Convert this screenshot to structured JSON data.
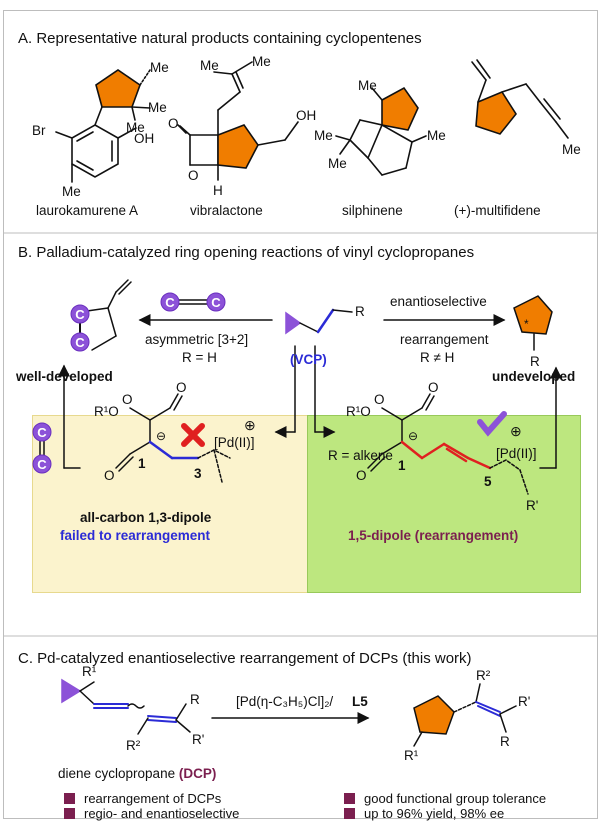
{
  "colors": {
    "accent_orange": "#f07d00",
    "accent_purple": "#8c52d8",
    "maroon": "#7b1f4f",
    "vcp_blue": "#2b2bd6",
    "red_bond": "#e02020",
    "yellow_panel": "#fbf3cd",
    "green_panel": "#bde77f"
  },
  "section_a": {
    "title": "A. Representative natural products containing cyclopentenes",
    "products": [
      {
        "name": "laurokamurene A"
      },
      {
        "name": "vibralactone"
      },
      {
        "name": "silphinene"
      },
      {
        "name": "(+)-multifidene"
      }
    ],
    "atoms": {
      "me": "Me",
      "br": "Br",
      "oh": "OH",
      "h": "H",
      "o": "O"
    }
  },
  "section_b": {
    "title": "B. Palladium-catalyzed ring opening reactions of vinyl cyclopropanes",
    "c_label": "C",
    "left_condition_1": "asymmetric [3+2]",
    "left_condition_2": "R = H",
    "right_condition_1": "enantioselective",
    "right_condition_2": "rearrangement",
    "right_condition_3": "R ≠ H",
    "vcp_label": "(VCP)",
    "r_label": "R",
    "star": "*",
    "well_developed": "well-developed",
    "undeveloped": "undeveloped",
    "dipole13_title": "all-carbon 1,3-dipole",
    "dipole13_sub": "failed to rearrangement",
    "dipole15_title": "1,5-dipole (rearrangement)",
    "r_alkene": "R = alkene",
    "pd": "[Pd(II)]",
    "r1o": "R¹O",
    "oplus": "⊕",
    "ominus": "⊖",
    "num_1": "1",
    "num_3": "3",
    "num_5": "5",
    "r_prime": "R'"
  },
  "section_c": {
    "title": "C. Pd-catalyzed enantioselective rearrangement of DCPs (this work)",
    "catalyst": "[Pd(η-C₃H₅)Cl]₂/",
    "ligand": "L5",
    "dcp_label": "diene cyclopropane",
    "dcp_abbr": "(DCP)",
    "r1": "R¹",
    "r2": "R²",
    "bullets": [
      "rearrangement of DCPs",
      "regio- and enantioselective",
      "good functional group tolerance",
      "up to 96% yield, 98% ee"
    ]
  }
}
